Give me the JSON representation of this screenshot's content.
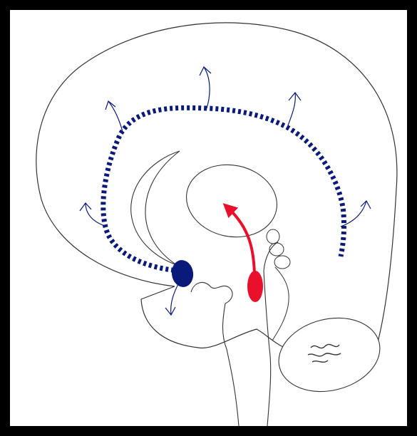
{
  "figure": {
    "background": "#000000",
    "panel_background": "#ffffff",
    "outline_color": "#333333",
    "structures": [
      {
        "name": "cerebrum-outline",
        "type": "brain-outline"
      },
      {
        "name": "corpus-callosum-outline",
        "type": "arc-structure"
      },
      {
        "name": "thalamus-outline",
        "type": "oval"
      },
      {
        "name": "brainstem-outline",
        "type": "stem"
      },
      {
        "name": "cerebellum-outline",
        "type": "oval"
      },
      {
        "name": "pineal-region-outline",
        "type": "small-lobes"
      }
    ],
    "nuclei": [
      {
        "name": "blue-nucleus",
        "color": "#0a1a7a"
      },
      {
        "name": "red-nucleus",
        "color": "#e8102a"
      }
    ],
    "pathways": [
      {
        "name": "blue-dotted-projection",
        "color": "#0a1a7a",
        "style": "dotted"
      },
      {
        "name": "red-projection-arrow",
        "color": "#e8102a",
        "style": "solid-arrow"
      }
    ],
    "branch_arrow_count": 6
  }
}
